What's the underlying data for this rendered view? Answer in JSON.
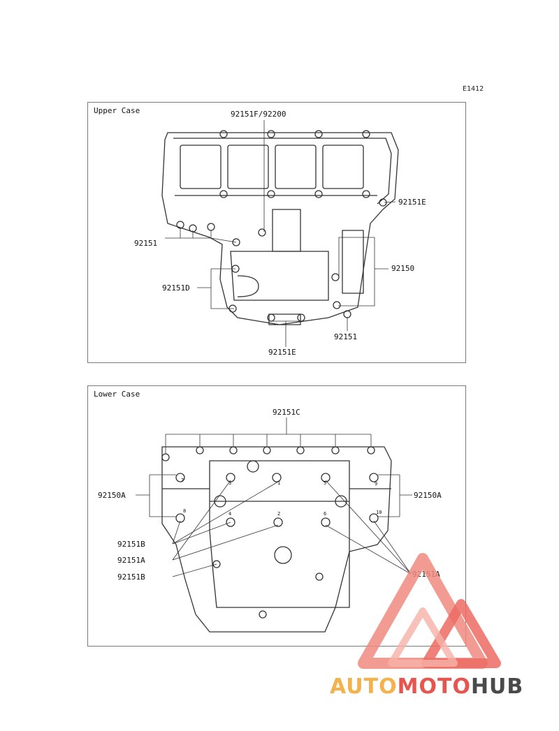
{
  "figure_code": "E1412",
  "upper": {
    "title": "Upper Case",
    "labels": {
      "top": "92151F/92200",
      "right_top": "92151E",
      "left": "92151",
      "right_mid": "92150",
      "left_mid": "92151D",
      "right_bottom": "92151",
      "bottom": "92151E"
    }
  },
  "lower": {
    "title": "Lower Case",
    "labels": {
      "top": "92151C",
      "left_a": "92150A",
      "right_a": "92150A",
      "left_b1": "92151B",
      "left_a2": "92151A",
      "left_b2": "92151B",
      "right_b": "92151A"
    },
    "bolt_numbers": [
      "7",
      "3",
      "1",
      "5",
      "9",
      "8",
      "4",
      "2",
      "6",
      "10"
    ]
  },
  "watermark": {
    "part1": "AUTO",
    "part2": "MOTO",
    "part3": "HUB",
    "colors": {
      "orange": "#f3b24b",
      "red": "#e8554f",
      "gray": "#4a4a4a"
    }
  }
}
